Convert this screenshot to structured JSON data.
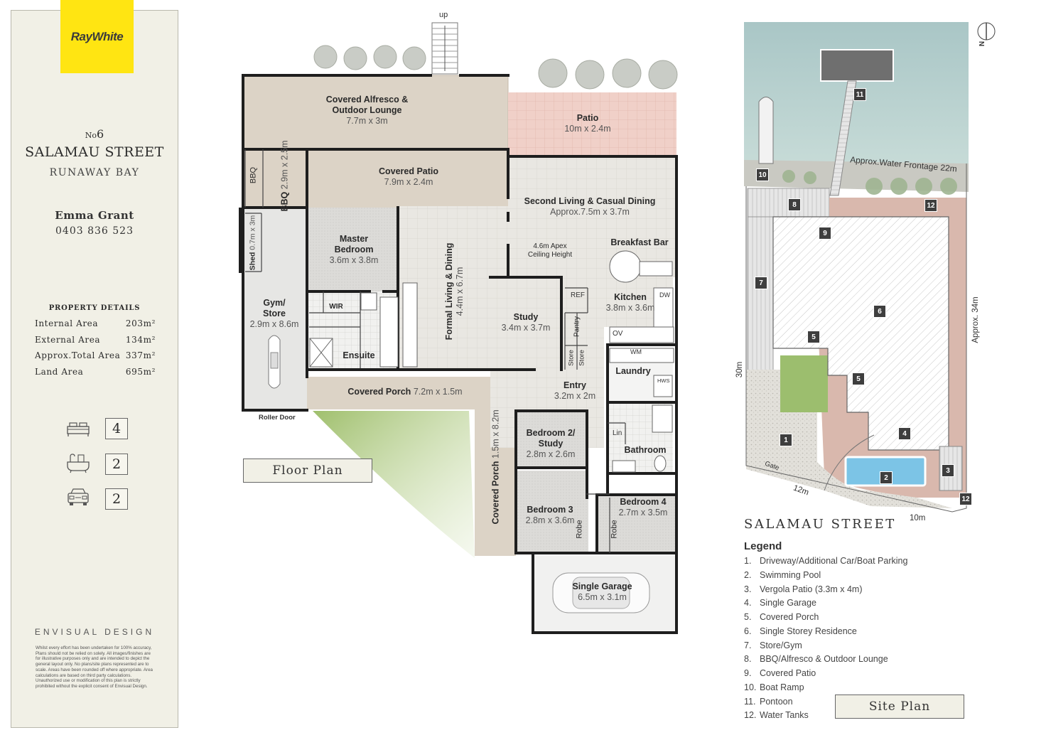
{
  "brand": {
    "logo_text": "RayWhite"
  },
  "address": {
    "number_prefix": "No",
    "number": "6",
    "street": "SALAMAU STREET",
    "suburb": "RUNAWAY BAY"
  },
  "agent": {
    "name": "Emma Grant",
    "phone": "0403 836 523"
  },
  "property_details": {
    "title": "PROPERTY DETAILS",
    "rows": [
      {
        "label": "Internal Area",
        "value": "203m²"
      },
      {
        "label": "External Area",
        "value": "134m²"
      },
      {
        "label": "Approx.Total Area",
        "value": "337m²"
      },
      {
        "label": "Land Area",
        "value": "695m²"
      }
    ]
  },
  "features": [
    {
      "icon": "bed-icon",
      "value": "4"
    },
    {
      "icon": "bath-icon",
      "value": "2"
    },
    {
      "icon": "car-icon",
      "value": "2"
    }
  ],
  "footer": {
    "designer": "ENVISUAL DESIGN",
    "disclaimer": "Whilst every effort has been undertaken for 100% accuracy, Plans should not be relied on solely. All images/finishes are for illustrative purposes only and are intended to depict the general layout only. No plans/site plans represented are to scale. Areas have been rounded off where appropriate. Area calculations are based on third party calculations. Unauthorized use or modification of this plan is strictly prohibited without the explicit consent of Envisual Design."
  },
  "floor_plan": {
    "title": "Floor Plan",
    "up_label": "up",
    "rooms": {
      "alfresco": {
        "name": "Covered Alfresco & Outdoor Lounge",
        "dim": "7.7m x 3m"
      },
      "patio": {
        "name": "Patio",
        "dim": "10m x 2.4m"
      },
      "covered_patio": {
        "name": "Covered Patio",
        "dim": "7.9m x 2.4m"
      },
      "bbq": {
        "name": "BBQ",
        "dim": "2.9m x 2.5m"
      },
      "bbq_small": {
        "name": "BBQ"
      },
      "second_living": {
        "name": "Second Living & Casual Dining",
        "dim": "Approx.7.5m x 3.7m"
      },
      "apex": {
        "line1": "4.6m Apex",
        "line2": "Ceiling Height"
      },
      "breakfast_bar": {
        "name": "Breakfast Bar"
      },
      "kitchen": {
        "name": "Kitchen",
        "dim": "3.8m x 3.6m"
      },
      "shed": {
        "name": "Shed",
        "dim": "0.7m x 3m"
      },
      "master": {
        "name": "Master Bedroom",
        "dim": "3.6m x 3.8m"
      },
      "formal_living": {
        "name": "Formal Living & Dining",
        "dim": "4.4m x 6.7m"
      },
      "gym": {
        "name": "Gym/ Store",
        "dim": "2.9m x 8.6m"
      },
      "wir": {
        "name": "WIR"
      },
      "ensuite": {
        "name": "Ensuite"
      },
      "study": {
        "name": "Study",
        "dim": "3.4m x 3.7m"
      },
      "ref": {
        "name": "REF"
      },
      "pantry": {
        "name": "Pantry"
      },
      "ov": {
        "name": "OV"
      },
      "dw": {
        "name": "DW"
      },
      "store1": {
        "name": "Store"
      },
      "store2": {
        "name": "Store"
      },
      "laundry": {
        "name": "Laundry"
      },
      "wm": {
        "name": "WM"
      },
      "hws": {
        "name": "HWS"
      },
      "roller_door": {
        "name": "Roller Door"
      },
      "covered_porch": {
        "name": "Covered Porch",
        "dim": "7.2m x 1.5m"
      },
      "entry": {
        "name": "Entry",
        "dim": "3.2m x 2m"
      },
      "bedroom2": {
        "name": "Bedroom 2/ Study",
        "dim": "2.8m x 2.6m"
      },
      "lin": {
        "name": "Lin"
      },
      "bathroom": {
        "name": "Bathroom"
      },
      "covered_porch_v": {
        "name": "Covered Porch",
        "dim": "1.5m x 8.2m"
      },
      "bedroom3": {
        "name": "Bedroom 3",
        "dim": "2.8m x 3.6m"
      },
      "bedroom4": {
        "name": "Bedroom 4",
        "dim": "2.7m x 3.5m"
      },
      "robe1": {
        "name": "Robe"
      },
      "robe2": {
        "name": "Robe"
      },
      "garage": {
        "name": "Single Garage",
        "dim": "6.5m x 3.1m"
      }
    }
  },
  "site_plan": {
    "title": "Site Plan",
    "street": "SALAMAU STREET",
    "compass": "N",
    "water_frontage": "Approx.Water Frontage 22m",
    "side_right": "Approx. 34m",
    "side_left": "30m",
    "front_a": "12m",
    "front_b": "10m",
    "gate": "Gate",
    "legend_title": "Legend",
    "legend": [
      "Driveway/Additional Car/Boat Parking",
      "Swimming Pool",
      "Vergola Patio (3.3m x 4m)",
      "Single Garage",
      "Covered Porch",
      "Single Storey Residence",
      "Store/Gym",
      "BBQ/Alfresco & Outdoor Lounge",
      "Covered Patio",
      "Boat Ramp",
      "Pontoon",
      "Water Tanks"
    ],
    "legend_numbers": [
      "1.",
      "2.",
      "3.",
      "4.",
      "5.",
      "6.",
      "7.",
      "8.",
      "9.",
      "10.",
      "11.",
      "12."
    ],
    "badges": [
      "1",
      "2",
      "3",
      "4",
      "5",
      "5",
      "6",
      "7",
      "8",
      "9",
      "10",
      "11",
      "12",
      "12"
    ]
  }
}
